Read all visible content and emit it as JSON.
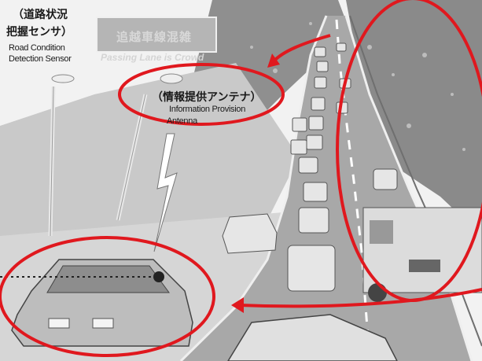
{
  "sensor_label": {
    "jp_line1": "（道路状況",
    "jp_line2": "把握センサ）",
    "en_line1": "Road Condition",
    "en_line2": "Detection Sensor"
  },
  "antenna_label": {
    "jp": "（情報提供アンテナ）",
    "en_line1": "Information Provision",
    "en_line2": "Antenna"
  },
  "sign": {
    "jp": "追越車線混雑",
    "en": "Passing Lane is Crowd"
  },
  "colors": {
    "highlight": "#e0181e",
    "road": "#a9a9a9",
    "sky": "#f2f2f2",
    "trees": "#8c8c8c"
  }
}
